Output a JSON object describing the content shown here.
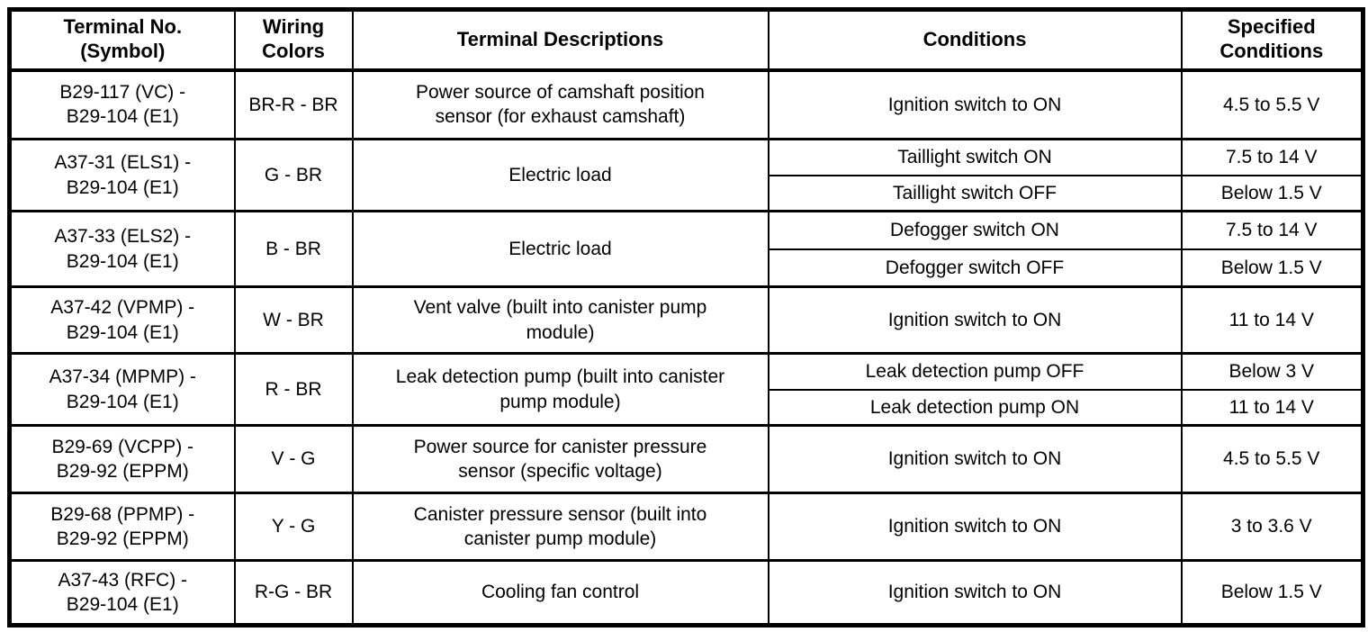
{
  "colors": {
    "ink": "#000000",
    "paper": "#ffffff"
  },
  "table": {
    "headers": {
      "terminal": "Terminal No.\n(Symbol)",
      "wiring": "Wiring\nColors",
      "description": "Terminal Descriptions",
      "conditions": "Conditions",
      "specified": "Specified\nConditions"
    },
    "rows": [
      {
        "terminal": "B29-117 (VC) -\nB29-104 (E1)",
        "wiring": "BR-R - BR",
        "description": "Power source of camshaft position\nsensor (for exhaust camshaft)",
        "conditions": [
          {
            "condition": "Ignition switch to ON",
            "specified": "4.5 to 5.5 V"
          }
        ]
      },
      {
        "terminal": "A37-31 (ELS1) -\nB29-104 (E1)",
        "wiring": "G - BR",
        "description": "Electric load",
        "conditions": [
          {
            "condition": "Taillight switch ON",
            "specified": "7.5 to 14 V"
          },
          {
            "condition": "Taillight switch OFF",
            "specified": "Below 1.5 V"
          }
        ]
      },
      {
        "terminal": "A37-33 (ELS2) -\nB29-104 (E1)",
        "wiring": "B - BR",
        "description": "Electric load",
        "conditions": [
          {
            "condition": "Defogger switch ON",
            "specified": "7.5 to 14 V"
          },
          {
            "condition": "Defogger switch OFF",
            "specified": "Below 1.5 V"
          }
        ]
      },
      {
        "terminal": "A37-42 (VPMP) -\nB29-104 (E1)",
        "wiring": "W - BR",
        "description": "Vent valve (built into canister pump\nmodule)",
        "conditions": [
          {
            "condition": "Ignition switch to ON",
            "specified": "11 to 14 V"
          }
        ]
      },
      {
        "terminal": "A37-34 (MPMP) -\nB29-104 (E1)",
        "wiring": "R - BR",
        "description": "Leak detection pump (built into canister\npump module)",
        "conditions": [
          {
            "condition": "Leak detection pump OFF",
            "specified": "Below 3 V"
          },
          {
            "condition": "Leak detection pump ON",
            "specified": "11 to 14 V"
          }
        ]
      },
      {
        "terminal": "B29-69 (VCPP) -\nB29-92 (EPPM)",
        "wiring": "V - G",
        "description": "Power source for canister pressure\nsensor (specific voltage)",
        "conditions": [
          {
            "condition": "Ignition switch to ON",
            "specified": "4.5 to 5.5 V"
          }
        ]
      },
      {
        "terminal": "B29-68 (PPMP) -\nB29-92 (EPPM)",
        "wiring": "Y - G",
        "description": "Canister pressure sensor (built into\ncanister pump module)",
        "conditions": [
          {
            "condition": "Ignition switch to ON",
            "specified": "3 to 3.6 V"
          }
        ]
      },
      {
        "terminal": "A37-43 (RFC) -\nB29-104 (E1)",
        "wiring": "R-G - BR",
        "description": "Cooling fan control",
        "conditions": [
          {
            "condition": "Ignition switch to ON",
            "specified": "Below 1.5 V"
          }
        ]
      }
    ]
  }
}
